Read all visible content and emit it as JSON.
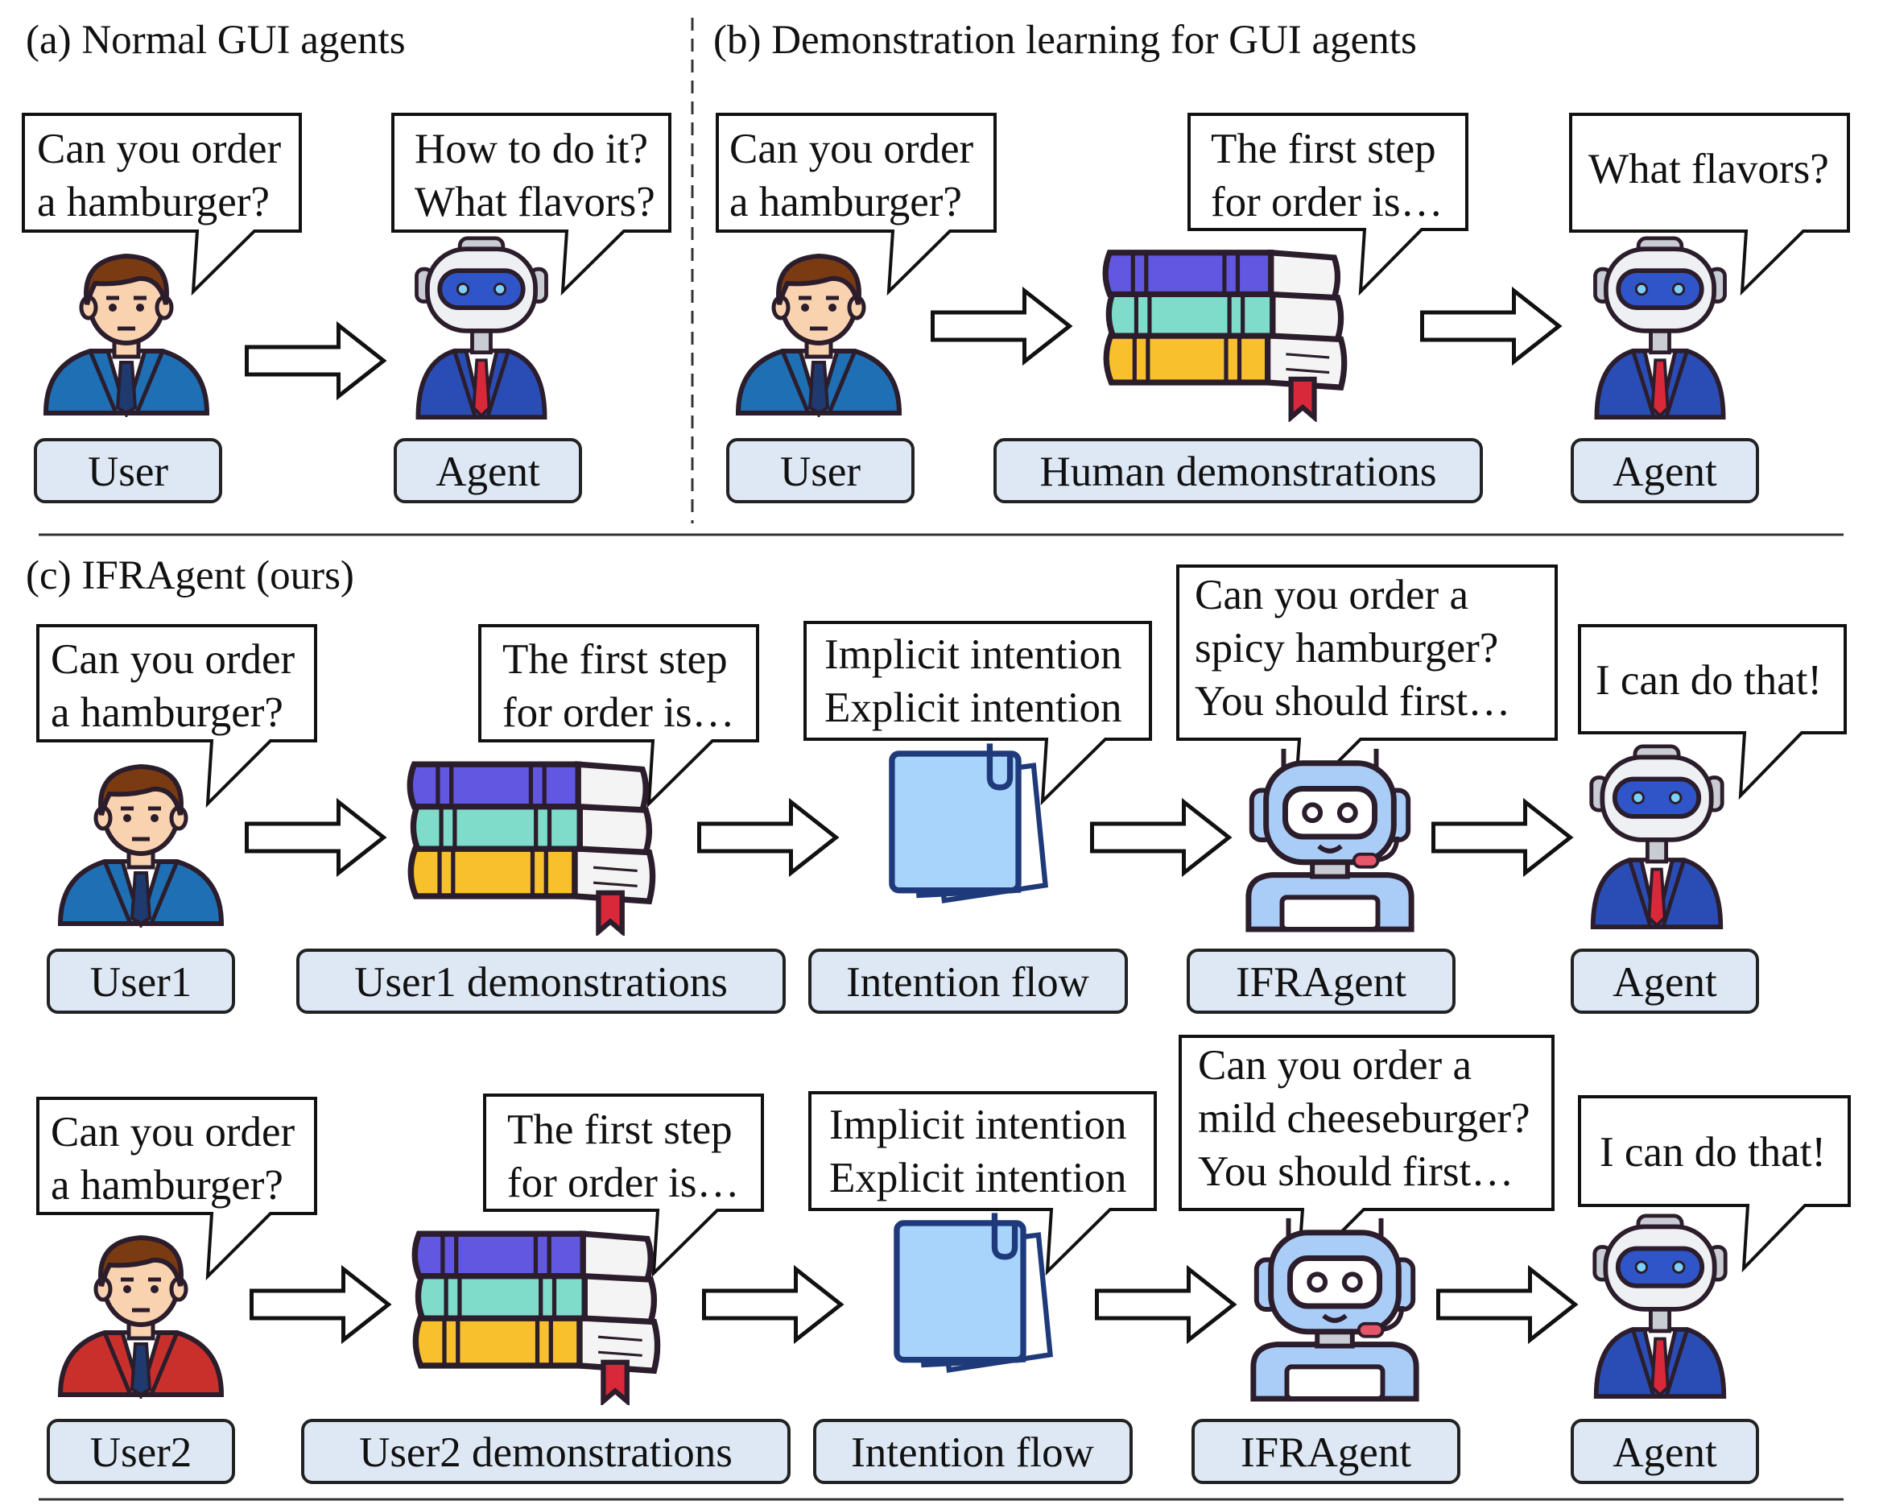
{
  "sections": {
    "a": "(a) Normal GUI agents",
    "b": "(b) Demonstration learning for GUI agents",
    "c": "(c) IFRAgent (ours)"
  },
  "bubbles": {
    "a_user": [
      "Can you order",
      "a hamburger?"
    ],
    "a_agent": [
      "How to do it?",
      "What flavors?"
    ],
    "b_user": [
      "Can you order",
      "a hamburger?"
    ],
    "b_demo": [
      "The first step",
      "for order is…"
    ],
    "b_agent": [
      "What flavors?"
    ],
    "c1_user": [
      "Can you order",
      "a hamburger?"
    ],
    "c1_demo": [
      "The first step",
      "for order is…"
    ],
    "c1_flow": [
      "Implicit intention",
      "Explicit intention"
    ],
    "c1_ifr": [
      "Can you order a",
      "spicy hamburger?",
      "You should first…"
    ],
    "c1_agent": [
      "I can do that!"
    ],
    "c2_user": [
      "Can you order",
      "a hamburger?"
    ],
    "c2_demo": [
      "The first step",
      "for order is…"
    ],
    "c2_flow": [
      "Implicit intention",
      "Explicit intention"
    ],
    "c2_ifr": [
      "Can you order a",
      "mild cheeseburger?",
      "You should first…"
    ],
    "c2_agent": [
      "I can do that!"
    ]
  },
  "labels": {
    "a_user": "User",
    "a_agent": "Agent",
    "b_user": "User",
    "b_demo": "Human demonstrations",
    "b_agent": "Agent",
    "c1_user": "User1",
    "c1_demo": "User1 demonstrations",
    "c1_flow": "Intention flow",
    "c1_ifr": "IFRAgent",
    "c1_agent": "Agent",
    "c2_user": "User2",
    "c2_demo": "User2 demonstrations",
    "c2_flow": "Intention flow",
    "c2_ifr": "IFRAgent",
    "c2_agent": "Agent"
  },
  "icons": {
    "user": "businessman-icon",
    "agent": "robot-agent-icon",
    "demonstrations": "books-icon",
    "intention_flow": "clipped-notes-icon",
    "ifragent": "headset-robot-icon"
  },
  "colors": {
    "label_fill": "#dde8f4",
    "outline": "#3a2a3a",
    "user1_suit": "#1f6fb5",
    "user2_suit": "#c9302c",
    "agent_suit": "#2a4db5",
    "robot_visor": "#2f55c8",
    "book_purple": "#6157e0",
    "book_teal": "#7fdccb",
    "book_yellow": "#f8c02c",
    "note_blue": "#a8d4fb",
    "ifragent_body": "#aacdf7"
  }
}
